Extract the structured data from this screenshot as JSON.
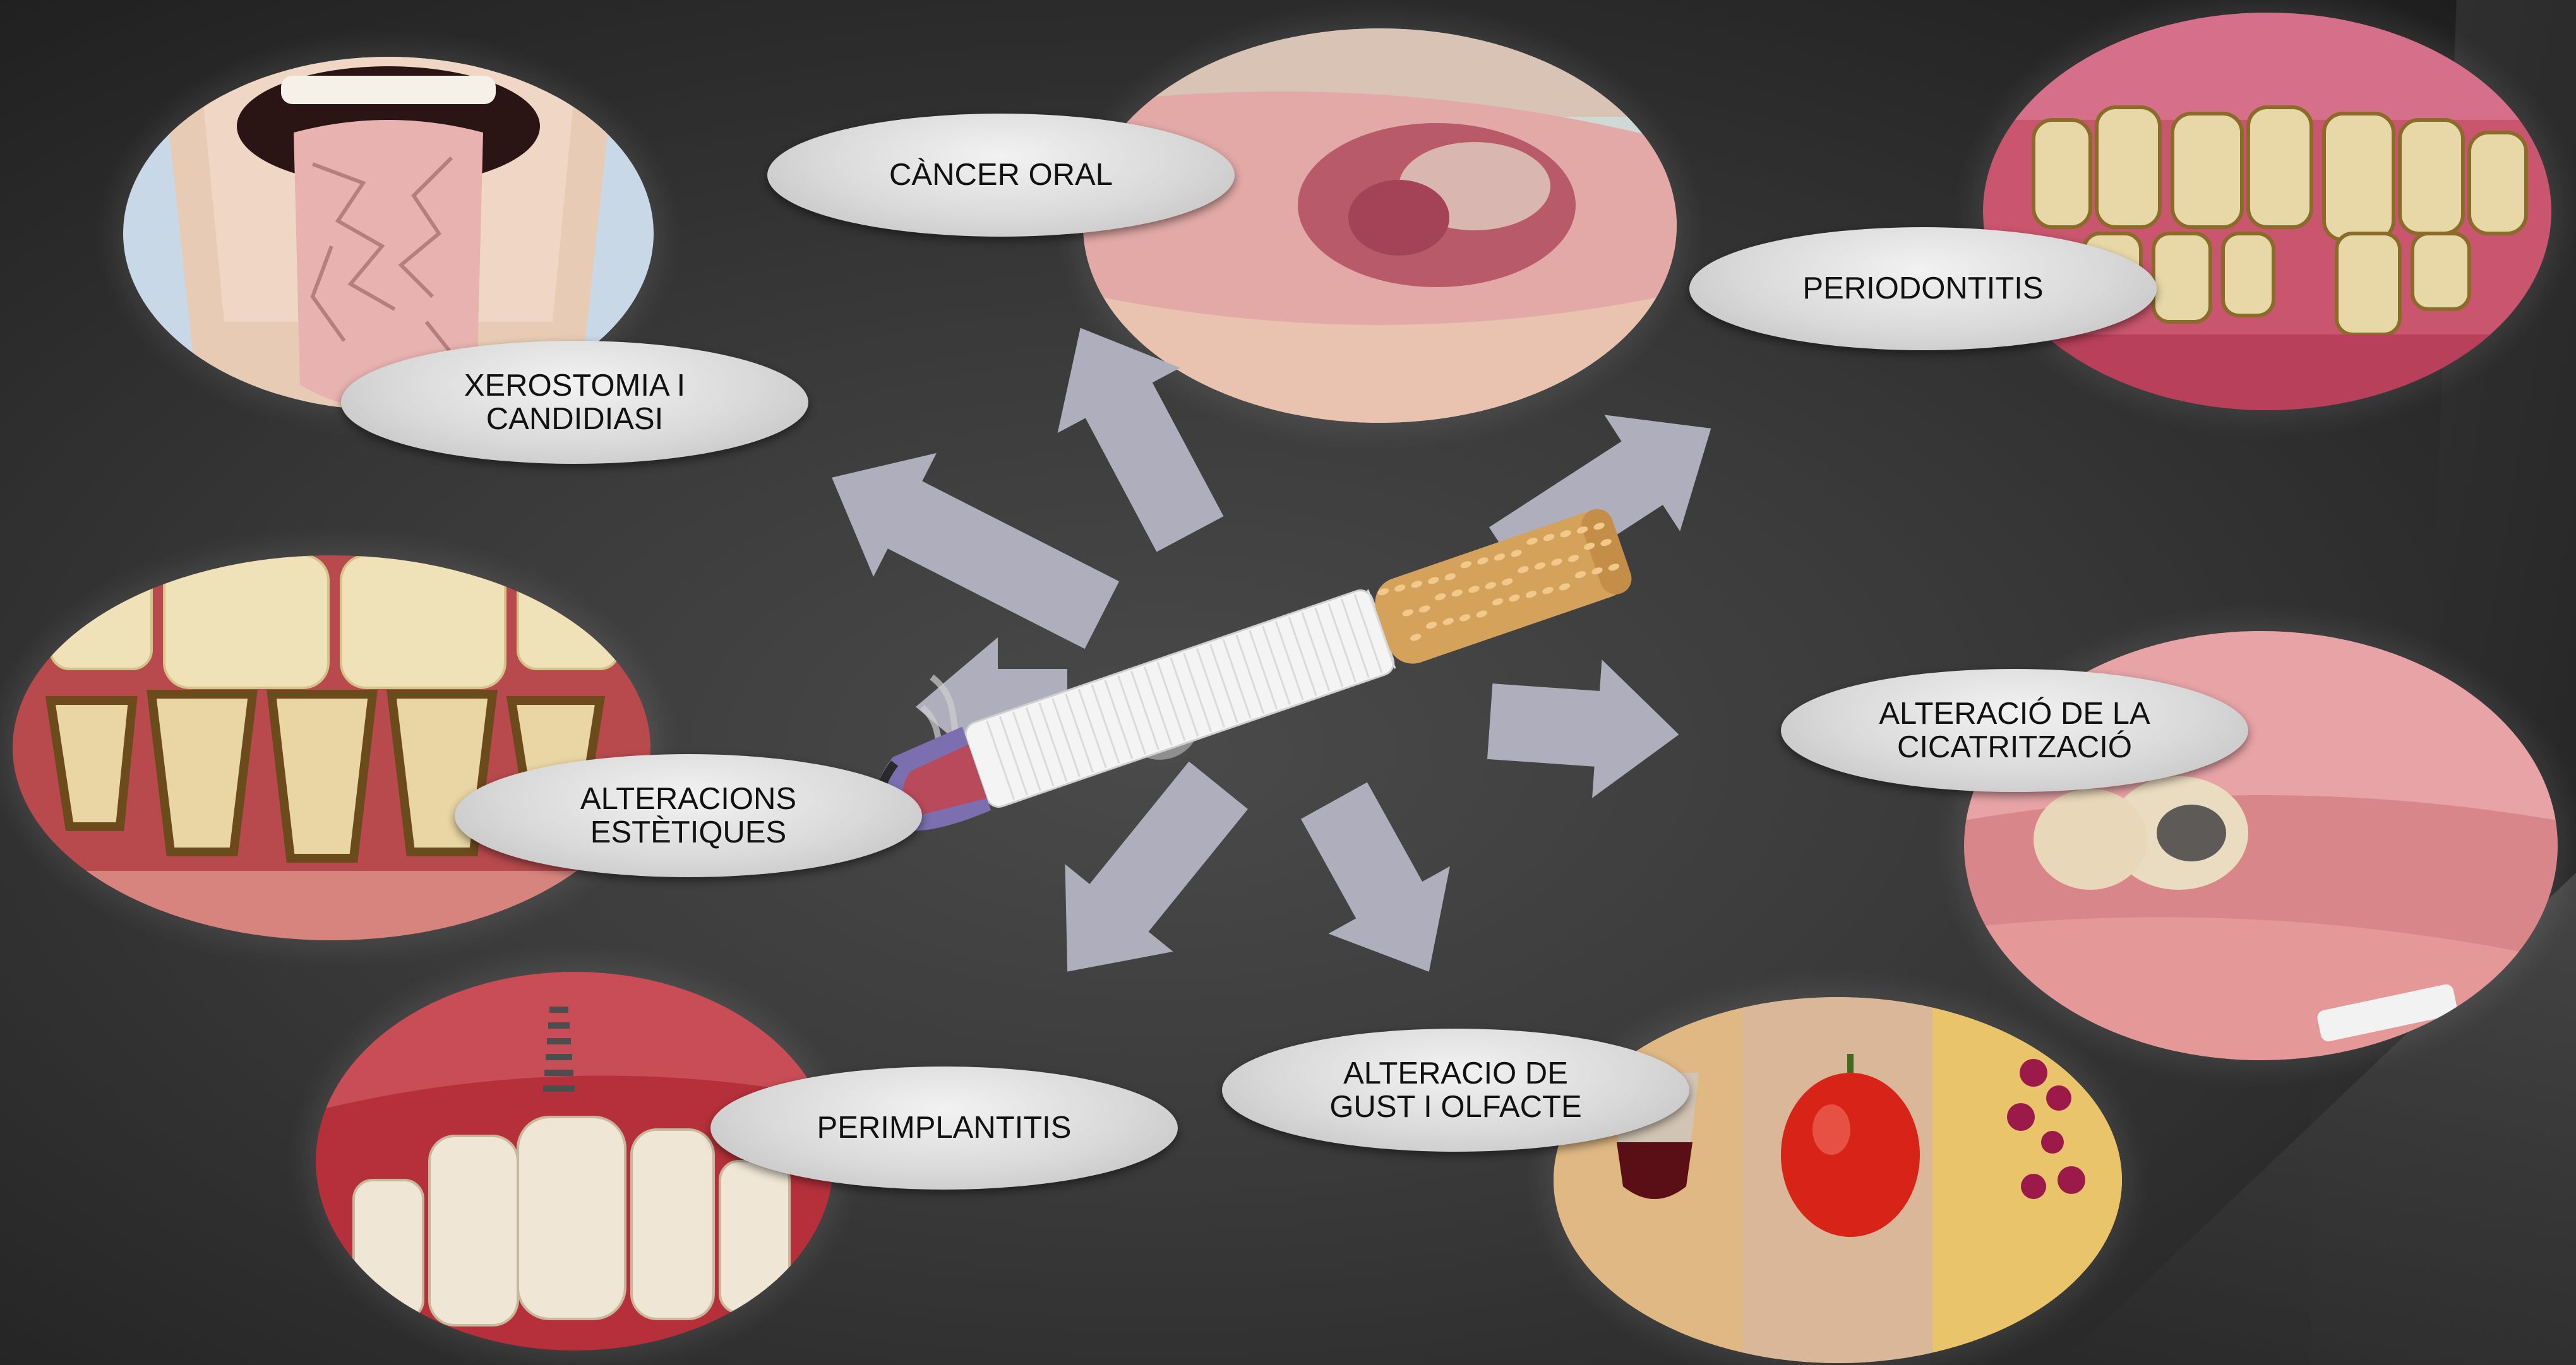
{
  "center_item": "cigarette",
  "labels": {
    "cancer_oral": "CÀNCER ORAL",
    "periodontitis": "PERIODONTITIS",
    "xerostomia": "XEROSTOMIA I\nCANDIDIASI",
    "alteracions_estetiques": "ALTERACIONS\nESTÈTIQUES",
    "alteracio_cicatritzacio": "ALTERACIÓ DE LA\nCICATRITZACIÓ",
    "perimplantitis": "PERIMPLANTITIS",
    "alteracio_gust": "ALTERACIO DE\nGUST I OLFACTE"
  },
  "colors": {
    "arrow_fill": "#aeaebd",
    "label_fill": "#dcdcdc",
    "background": "#3a3a3a",
    "filter_tan": "#d5a25b",
    "filter_speck": "#f2c98a",
    "paper": "#f4f4f4",
    "ember": "#7c6fb0"
  }
}
